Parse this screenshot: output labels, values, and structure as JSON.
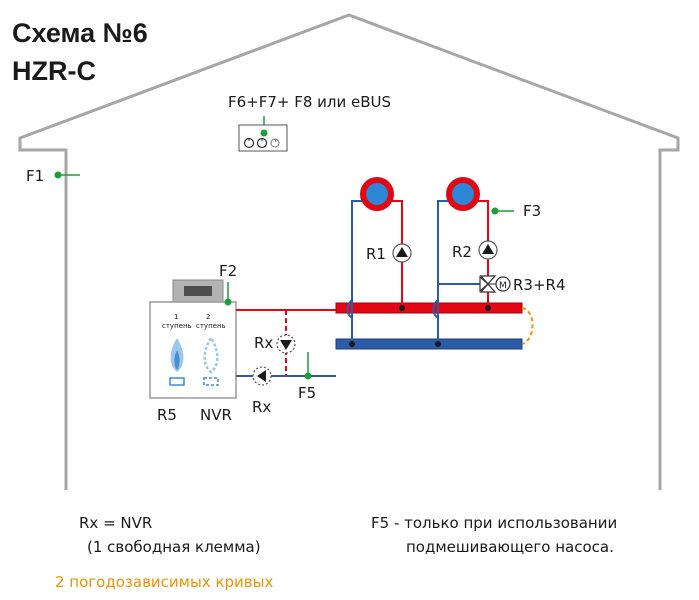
{
  "title": {
    "line1": "Схема №6",
    "line2": "HZR-C"
  },
  "labels": {
    "controller": "F6+F7+ F8 или eBUS",
    "f1": "F1",
    "f2": "F2",
    "f3": "F3",
    "f5": "F5",
    "r1": "R1",
    "r2": "R2",
    "r3r4": "R3+R4",
    "rx_top": "Rx",
    "rx_bottom": "Rx",
    "r5": "R5",
    "nvr": "NVR",
    "stage1_num": "1",
    "stage1_text": "ступень",
    "stage2_num": "2",
    "stage2_text": "ступень",
    "motor": "M"
  },
  "notes": {
    "rx_line1": "Rx = NVR",
    "rx_line2": "(1 свободная клемма)",
    "f5_line1": "F5 - только при использовании",
    "f5_line2": "подмешивающего насоса.",
    "curves": "2 погодозависимых кривых"
  },
  "colors": {
    "supply": "#e30613",
    "return": "#2c5ca8",
    "sensor": "#1a9e3a",
    "accent": "#f39200",
    "house": "#a6a6a6"
  }
}
